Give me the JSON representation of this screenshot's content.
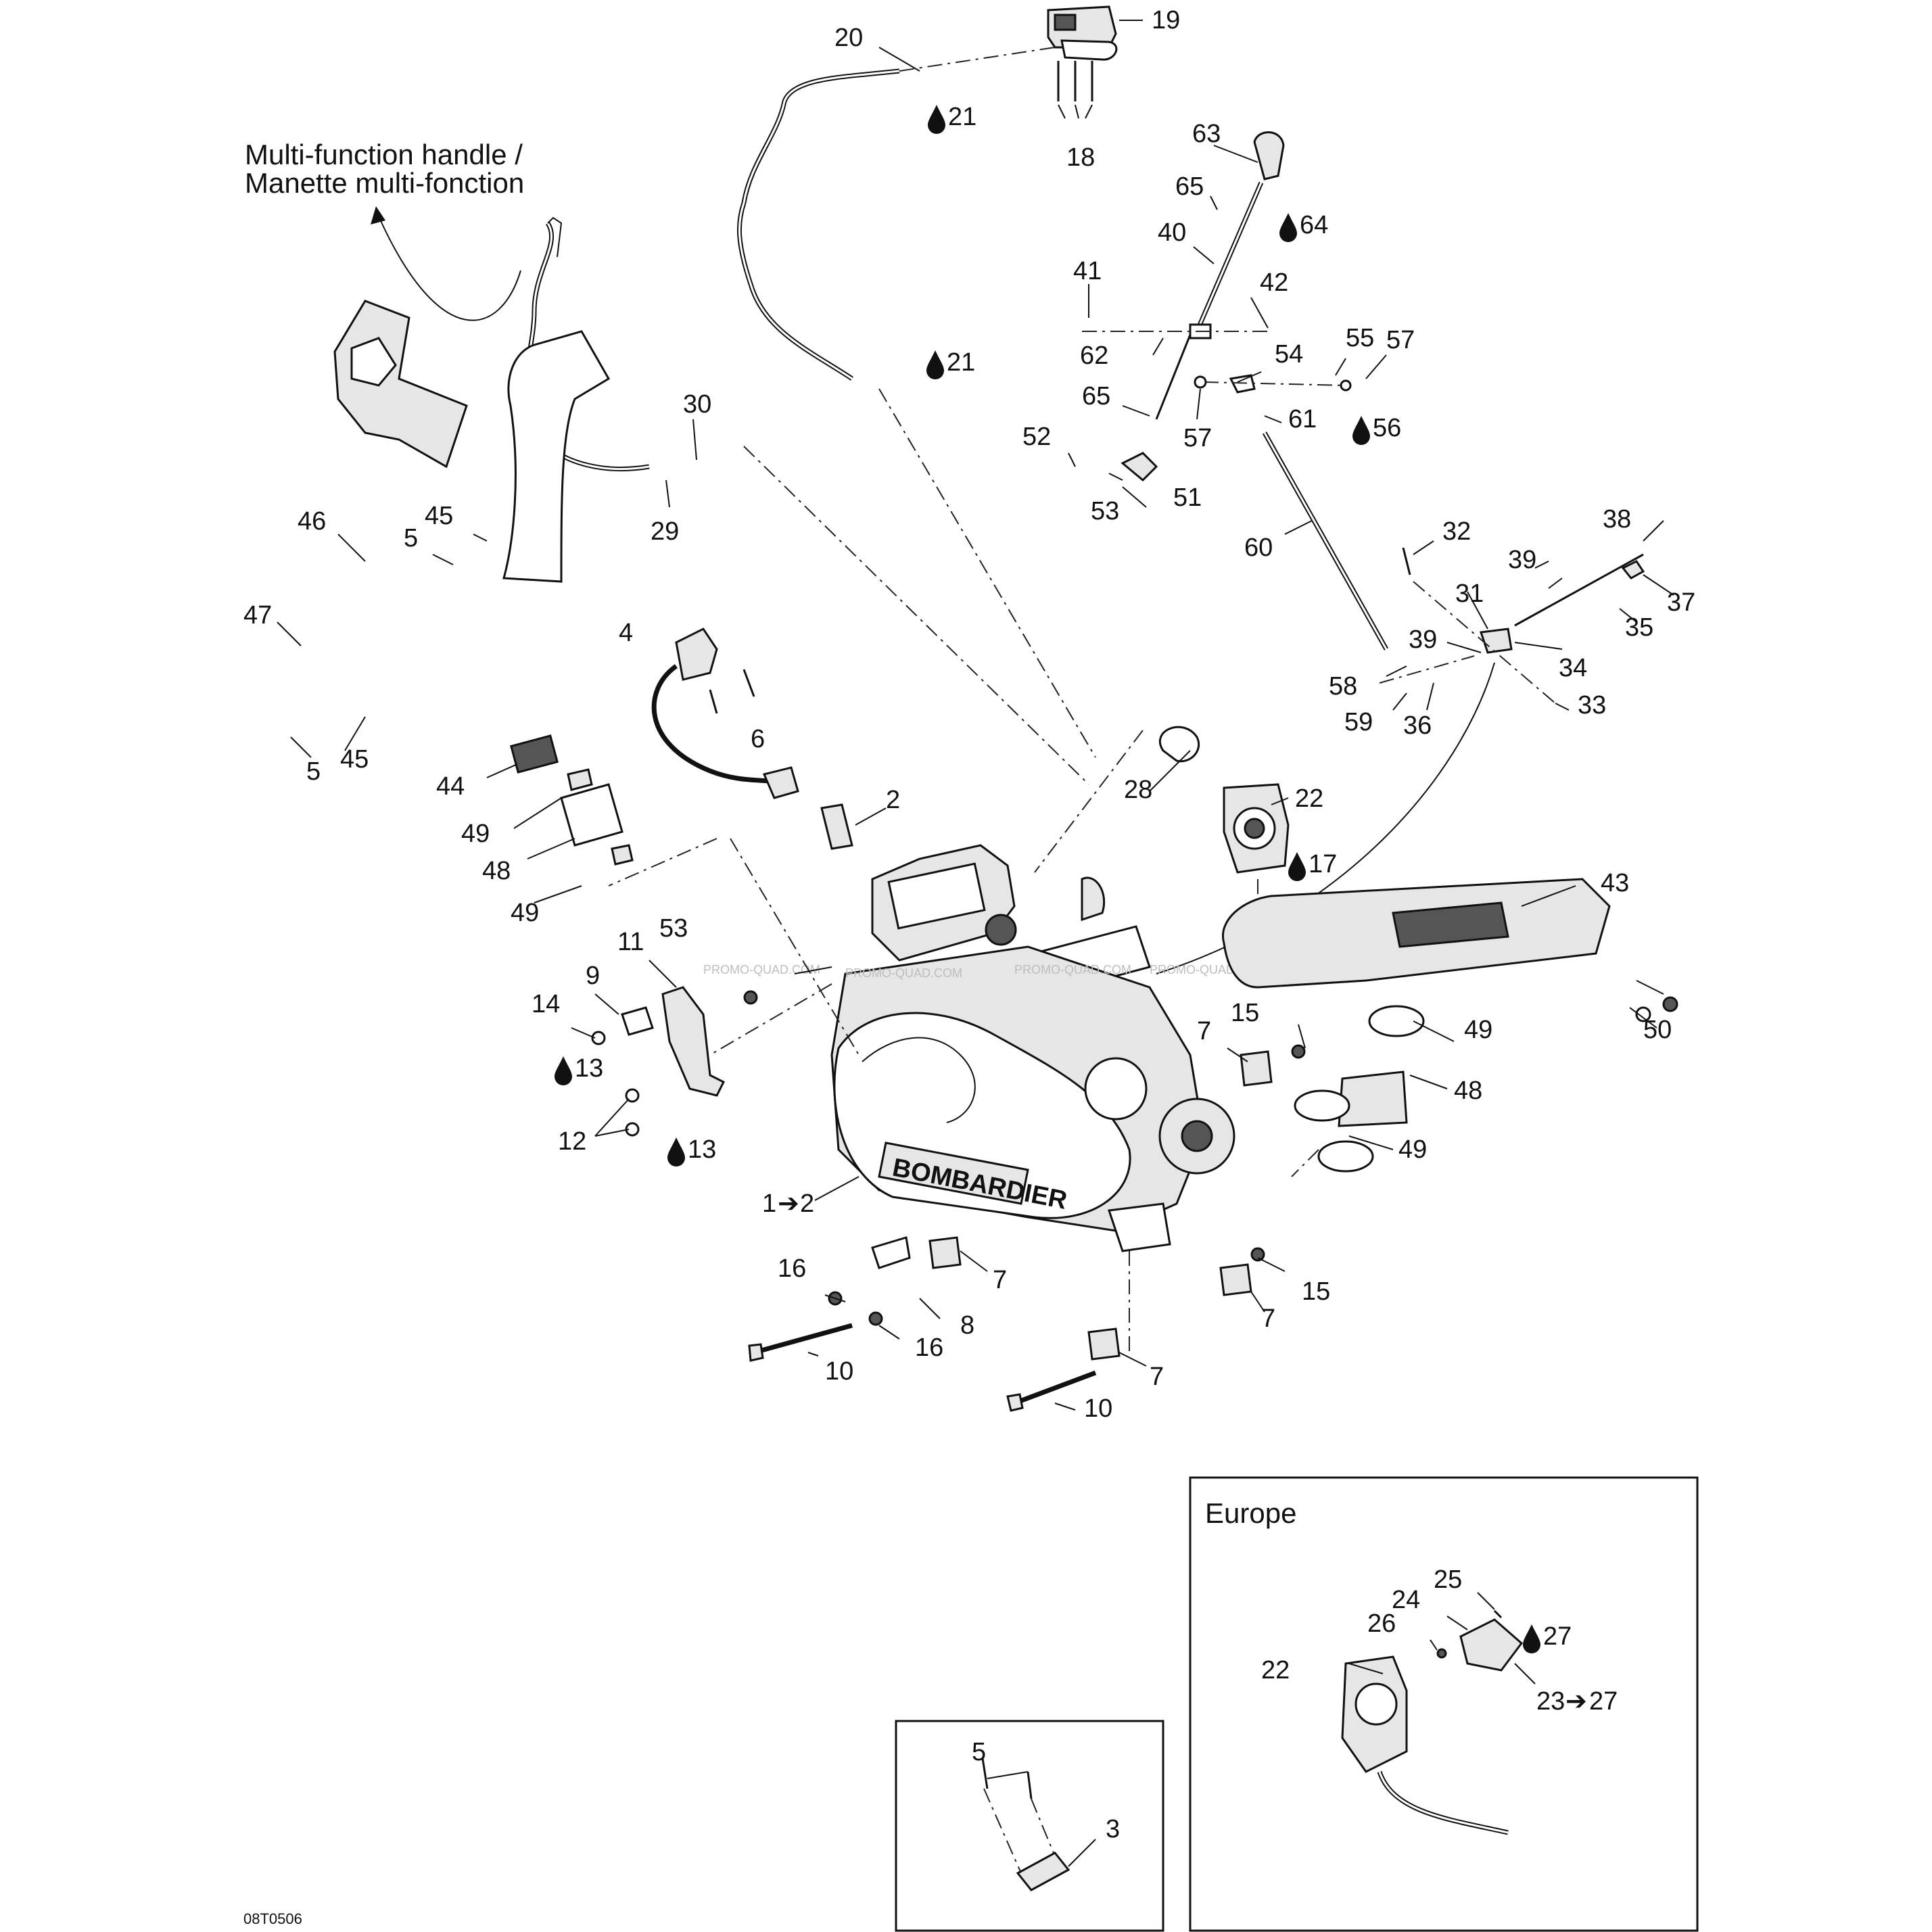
{
  "notes": {
    "handle_line1": "Multi-function handle /",
    "handle_line2": "Manette multi-fonction",
    "europe": "Europe",
    "drawing_code": "08T0506",
    "brand": "BOMBARDIER",
    "watermark": "PROMO-QUAD.COM"
  },
  "callouts": {
    "c19": "19",
    "c20": "20",
    "c21a": "21",
    "c21b": "21",
    "c18": "18",
    "c63": "63",
    "c65a": "65",
    "c64": "64",
    "c40": "40",
    "c41": "41",
    "c42": "42",
    "c62": "62",
    "c55": "55",
    "c57a": "57",
    "c54": "54",
    "c65b": "65",
    "c57b": "57",
    "c61": "61",
    "c56": "56",
    "c52": "52",
    "c51": "51",
    "c53a": "53",
    "c30": "30",
    "c29": "29",
    "c60": "60",
    "c32": "32",
    "c38": "38",
    "c39a": "39",
    "c31": "31",
    "c37": "37",
    "c35": "35",
    "c39b": "39",
    "c34": "34",
    "c58": "58",
    "c59": "59",
    "c36": "36",
    "c33": "33",
    "c46": "46",
    "c45a": "45",
    "c5a": "5",
    "c47": "47",
    "c5b": "5",
    "c45b": "45",
    "c4": "4",
    "c6": "6",
    "c44": "44",
    "c2": "2",
    "c28": "28",
    "c22": "22",
    "c17": "17",
    "c49a": "49",
    "c48a": "48",
    "c49b": "49",
    "c11": "11",
    "c53b": "53",
    "c9": "9",
    "c14": "14",
    "c13a": "13",
    "c12": "12",
    "c13b": "13",
    "c15a": "15",
    "c7a": "7",
    "c43": "43",
    "c50": "50",
    "c49c": "49",
    "c48b": "48",
    "c49d": "49",
    "c1": "1",
    "c1_to": "2",
    "c16a": "16",
    "c7b": "7",
    "c8": "8",
    "c16b": "16",
    "c10a": "10",
    "c7c": "7",
    "c15b": "15",
    "c7d": "7",
    "c10b": "10",
    "c5c": "5",
    "c3": "3",
    "c24": "24",
    "c25": "25",
    "c26": "26",
    "c22b": "22",
    "c27": "27",
    "c23": "23",
    "c23_to": "27"
  }
}
